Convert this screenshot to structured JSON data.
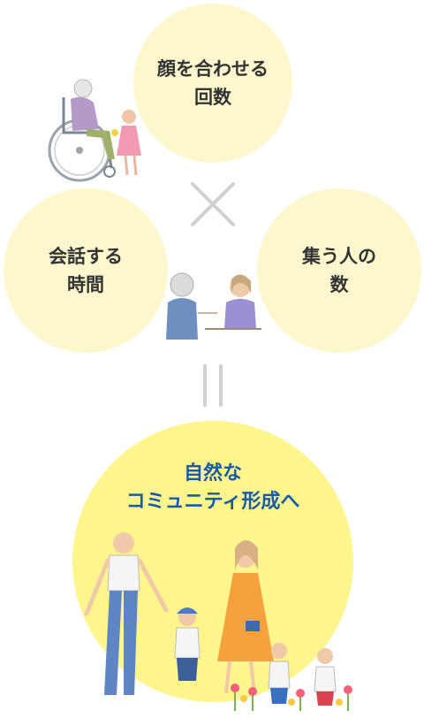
{
  "circles": {
    "top": {
      "line1": "顔を合わせる",
      "line2": "回数"
    },
    "left": {
      "line1": "会話する",
      "line2": "時間"
    },
    "right": {
      "line1": "集う人の",
      "line2": "数"
    }
  },
  "result": {
    "line1": "自然な",
    "line2": "コミュニティ形成へ"
  },
  "icons": {
    "operator_times": "multiply-icon",
    "operator_equals": "equals-icon"
  },
  "colors": {
    "circle_pale": "#fcf7cd",
    "circle_bright": "#fef58d",
    "result_text": "#1a5aa6",
    "operator": "#d0d0d0"
  }
}
